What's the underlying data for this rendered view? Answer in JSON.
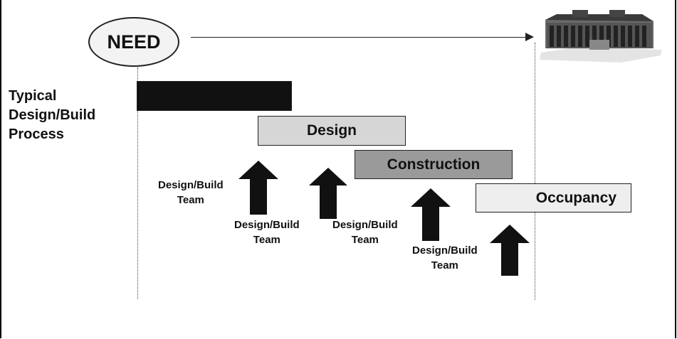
{
  "need_label": "NEED",
  "process_title": [
    "Typical",
    "Design/Build",
    "Process"
  ],
  "bars": {
    "design": "Design",
    "construction": "Construction",
    "occupancy": "Occupancy"
  },
  "team_labels": [
    [
      "Design/Build",
      "Team"
    ],
    [
      "Design/Build",
      "Team"
    ],
    [
      "Design/Build",
      "Team"
    ],
    [
      "Design/Build",
      "Team"
    ]
  ],
  "colors": {
    "line": "#222222",
    "arrow": "#111111",
    "bar_black": "#111111",
    "bar_design": "#d6d6d6",
    "bar_construction": "#9a9a9a",
    "bar_occupancy": "#eeeeee"
  },
  "icons": {
    "building": "building-icon"
  }
}
